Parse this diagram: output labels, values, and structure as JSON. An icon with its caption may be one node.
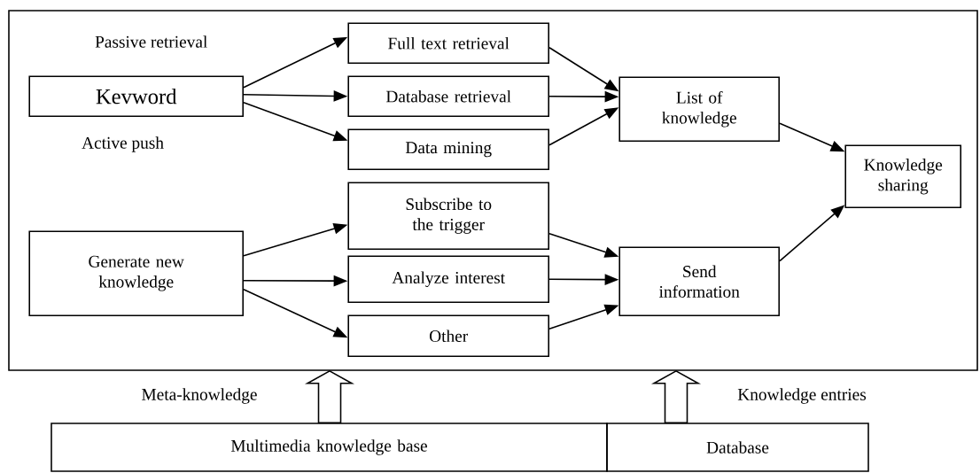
{
  "diagram": {
    "nodes": [
      {
        "text": [],
        "shape": "box"
      },
      {
        "text": [
          "Kevword"
        ],
        "in": 0
      },
      {
        "text": [
          "Full text retrieval"
        ],
        "in": 0
      },
      {
        "text": [
          "Database retrieval"
        ],
        "in": 0
      },
      {
        "text": [
          "Data mining"
        ],
        "in": 0
      },
      {
        "text": [
          "List of knowledge"
        ],
        "in": 0
      },
      {
        "text": [
          "Generate new knowledge"
        ],
        "in": 0
      },
      {
        "text": [
          "Subscribe to the trigger"
        ],
        "in": 0
      },
      {
        "text": [
          "Analyze interest"
        ],
        "in": 0
      },
      {
        "text": [
          "Other"
        ],
        "in": 0
      },
      {
        "text": [
          "Send information"
        ],
        "in": 0
      },
      {
        "text": [
          "Knowledge sharing"
        ],
        "in": 0
      },
      {
        "text": [
          "Multimedia knowledge base"
        ]
      },
      {
        "text": [
          "Database"
        ]
      }
    ],
    "edges": [
      {
        "from": 1,
        "to": 2,
        "arrow": "to"
      },
      {
        "from": 1,
        "to": 3,
        "arrow": "to"
      },
      {
        "from": 1,
        "to": 4,
        "arrow": "to"
      },
      {
        "from": 2,
        "to": 5,
        "arrow": "to"
      },
      {
        "from": 3,
        "to": 5,
        "arrow": "to"
      },
      {
        "from": 4,
        "to": 5,
        "arrow": "to"
      },
      {
        "from": 6,
        "to": 7,
        "arrow": "to"
      },
      {
        "from": 6,
        "to": 8,
        "arrow": "to"
      },
      {
        "from": 6,
        "to": 9,
        "arrow": "to"
      },
      {
        "from": 7,
        "to": 10,
        "arrow": "to"
      },
      {
        "from": 8,
        "to": 10,
        "arrow": "to"
      },
      {
        "from": 9,
        "to": 10,
        "arrow": "to"
      },
      {
        "from": 5,
        "to": 11,
        "arrow": "to"
      },
      {
        "from": 10,
        "to": 11,
        "arrow": "to"
      },
      {
        "from": 12,
        "to": 0,
        "arrow": "to",
        "style": "thick",
        "label": "Meta-knowledge"
      },
      {
        "from": 13,
        "to": 0,
        "arrow": "to",
        "style": "thick",
        "label": "Knowledge entries"
      }
    ],
    "labels": [
      "Passive retrieval",
      "Active push"
    ]
  }
}
